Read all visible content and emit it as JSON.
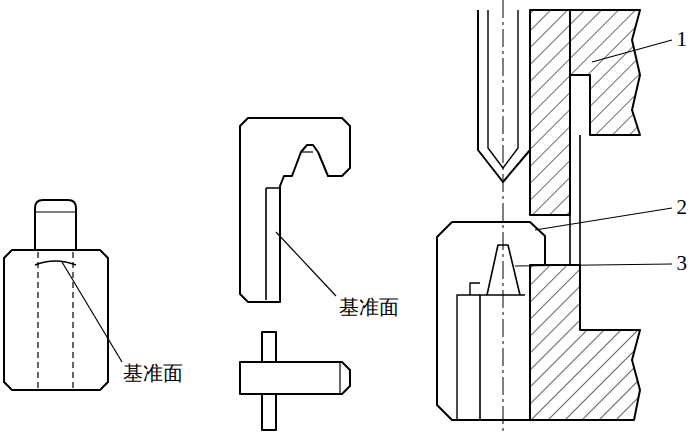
{
  "diagram": {
    "labels": [
      "1",
      "2",
      "3",
      "基准面",
      "基准面"
    ]
  }
}
